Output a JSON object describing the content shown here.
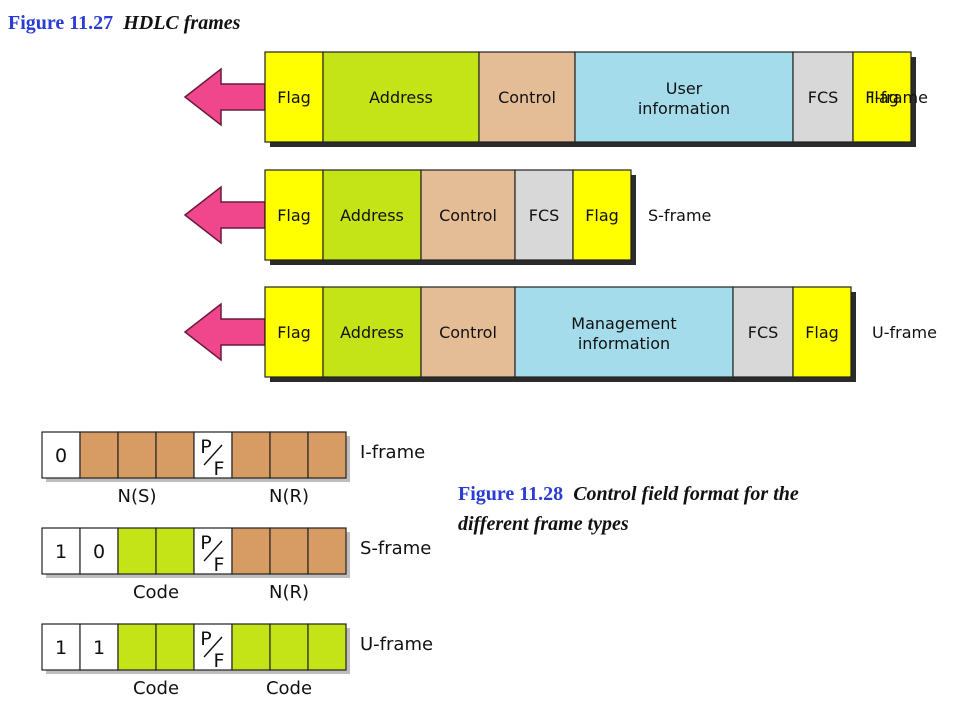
{
  "fig27": {
    "number": "Figure 11.27",
    "title": "HDLC frames"
  },
  "fig28": {
    "number": "Figure 11.28",
    "title_line1": "Control field format for the",
    "title_line2": "different frame types"
  },
  "colors": {
    "flag": "#ffff00",
    "address": "#c4e417",
    "control": "#e4bc96",
    "info": "#a4dcec",
    "fcs": "#d8d8d8",
    "arrow": "#f0468c",
    "bit_fill": "#d69c64",
    "code_fill": "#c4e417",
    "caption_blue": "#2a3bd6"
  },
  "frames": [
    {
      "label": "I-frame",
      "fields": [
        {
          "kind": "flag",
          "text": "Flag"
        },
        {
          "kind": "address",
          "text": "Address"
        },
        {
          "kind": "control",
          "text": "Control"
        },
        {
          "kind": "info",
          "text": "User",
          "text2": "information"
        },
        {
          "kind": "fcs",
          "text": "FCS"
        },
        {
          "kind": "flag",
          "text": "Flag"
        }
      ]
    },
    {
      "label": "S-frame",
      "fields": [
        {
          "kind": "flag",
          "text": "Flag"
        },
        {
          "kind": "address",
          "text": "Address"
        },
        {
          "kind": "control",
          "text": "Control"
        },
        {
          "kind": "fcs",
          "text": "FCS"
        },
        {
          "kind": "flag",
          "text": "Flag"
        }
      ]
    },
    {
      "label": "U-frame",
      "fields": [
        {
          "kind": "flag",
          "text": "Flag"
        },
        {
          "kind": "address",
          "text": "Address"
        },
        {
          "kind": "control",
          "text": "Control"
        },
        {
          "kind": "info",
          "text": "Management",
          "text2": "information"
        },
        {
          "kind": "fcs",
          "text": "FCS"
        },
        {
          "kind": "flag",
          "text": "Flag"
        }
      ]
    }
  ],
  "control_formats": [
    {
      "label": "I-frame",
      "bits": [
        {
          "text": "0",
          "fill": "white"
        },
        {
          "text": "",
          "fill": "orange"
        },
        {
          "text": "",
          "fill": "orange"
        },
        {
          "text": "",
          "fill": "orange"
        },
        {
          "text": "P/F",
          "fill": "white"
        },
        {
          "text": "",
          "fill": "orange"
        },
        {
          "text": "",
          "fill": "orange"
        },
        {
          "text": "",
          "fill": "orange"
        }
      ],
      "groups": [
        "N(S)",
        "N(R)"
      ]
    },
    {
      "label": "S-frame",
      "bits": [
        {
          "text": "1",
          "fill": "white"
        },
        {
          "text": "0",
          "fill": "white"
        },
        {
          "text": "",
          "fill": "green"
        },
        {
          "text": "",
          "fill": "green"
        },
        {
          "text": "P/F",
          "fill": "white"
        },
        {
          "text": "",
          "fill": "orange"
        },
        {
          "text": "",
          "fill": "orange"
        },
        {
          "text": "",
          "fill": "orange"
        }
      ],
      "groups": [
        "Code",
        "N(R)"
      ]
    },
    {
      "label": "U-frame",
      "bits": [
        {
          "text": "1",
          "fill": "white"
        },
        {
          "text": "1",
          "fill": "white"
        },
        {
          "text": "",
          "fill": "green"
        },
        {
          "text": "",
          "fill": "green"
        },
        {
          "text": "P/F",
          "fill": "white"
        },
        {
          "text": "",
          "fill": "green"
        },
        {
          "text": "",
          "fill": "green"
        },
        {
          "text": "",
          "fill": "green"
        }
      ],
      "groups": [
        "Code",
        "Code"
      ]
    }
  ]
}
